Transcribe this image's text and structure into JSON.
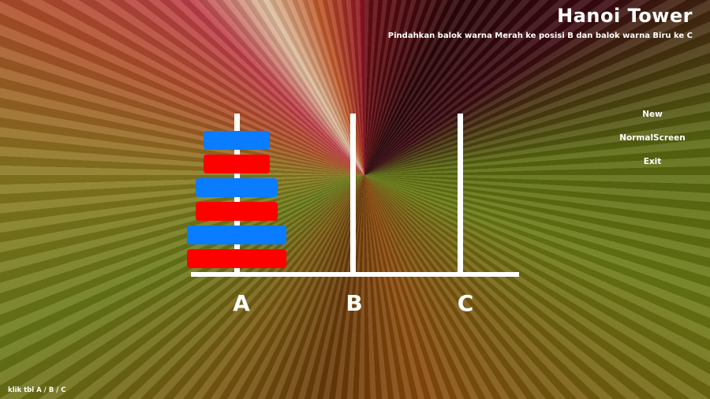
{
  "header": {
    "title": "Hanoi Tower",
    "instruction": "Pindahkan balok warna Merah ke posisi B dan balok warna Biru ke C"
  },
  "menu": {
    "new_label": "New",
    "screen_label": "NormalScreen",
    "exit_label": "Exit"
  },
  "pegs": [
    {
      "label": "A",
      "disks": [
        "red",
        "blue",
        "red",
        "blue",
        "red",
        "blue"
      ]
    },
    {
      "label": "B",
      "disks": []
    },
    {
      "label": "C",
      "disks": []
    }
  ],
  "colors": {
    "red": "#ff0000",
    "blue": "#0a7cff"
  },
  "footer": {
    "hint": "klik tbl A / B / C"
  }
}
